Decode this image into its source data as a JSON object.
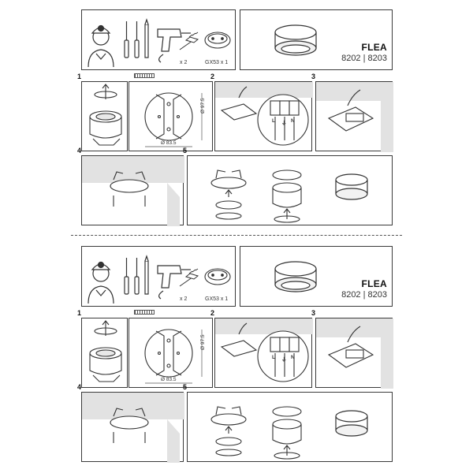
{
  "product": {
    "name": "FLEA",
    "codes": "8202 | 8203"
  },
  "tools": {
    "anchor_count": "x 2",
    "lamp_label": "GX53 x 1"
  },
  "steps": {
    "s1": "1",
    "s2": "2",
    "s3": "3",
    "s4": "4",
    "s5": "5"
  },
  "dimensions": {
    "diameter_outer": "Ø 97.5",
    "diameter_inner": "Ø 83.5"
  },
  "terminal_labels": {
    "l": "L",
    "n": "N",
    "earth": "⏚"
  }
}
